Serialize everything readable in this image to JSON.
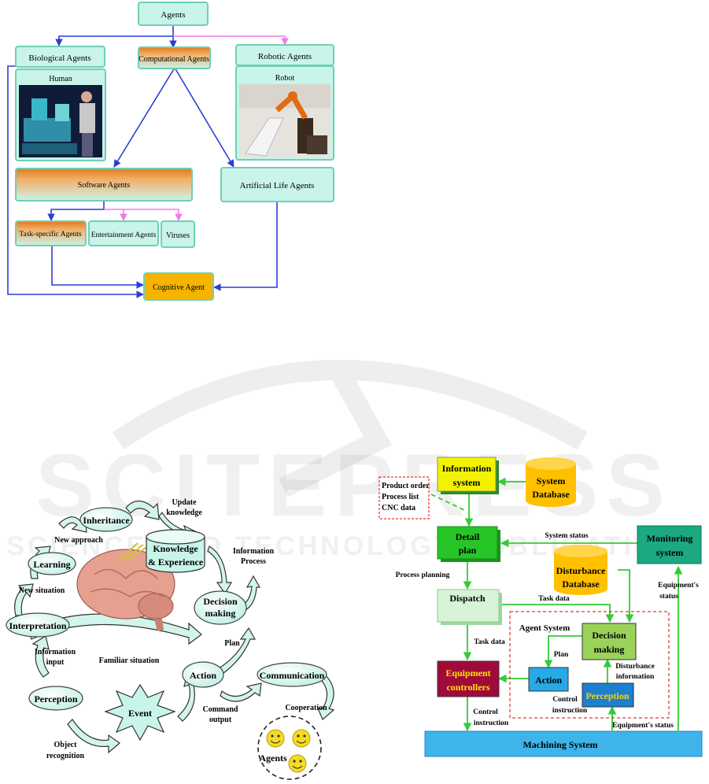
{
  "watermark": {
    "brand": "SCITEPRESS",
    "tagline": "SCIENCE AND TECHNOLOGY PUBLICATIONS"
  },
  "colors": {
    "mint_box": "#c9f4ea",
    "mint_border": "#6fcfb6",
    "arrow_blue": "#2a3fd6",
    "arrow_pink": "#f07ce6",
    "cognitive": "#f6b400",
    "yellow_box": "#f3f300",
    "green_box": "#27c527",
    "light_green": "#d8f3d8",
    "maroon_box": "#a00a3a",
    "blue_box": "#27a9e6",
    "teal_box": "#1ca880",
    "machining": "#3fb4ea",
    "db_orange": "#ffc000",
    "flow_green": "#33cc33",
    "dash_red": "#e00000"
  },
  "agents_diagram": {
    "root": "Agents",
    "biological": "Biological Agents",
    "computational": "Computational Agents",
    "robotic": "Robotic Agents",
    "human": "Human",
    "robot": "Robot",
    "software": "Software Agents",
    "artificial_life": "Artificial Life Agents",
    "task_specific": "Task-specific Agents",
    "entertainment": "Entertainment Agents",
    "viruses": "Viruses",
    "cognitive": "Cognitive Agent"
  },
  "cognitive_cycle": {
    "inheritance": "Inheritance",
    "update_knowledge_1": "Update",
    "update_knowledge_2": "knowledge",
    "knowledge_1": "Knowledge",
    "knowledge_2": "& Experience",
    "information_process_1": "Information",
    "information_process_2": "Process",
    "new_approach": "New approach",
    "learning": "Learning",
    "new_situation": "New situation",
    "decision_1": "Decision",
    "decision_2": "making",
    "interpretation": "Interpretation",
    "plan": "Plan",
    "information_input_1": "Information",
    "information_input_2": "input",
    "familiar_situation": "Familiar situation",
    "action": "Action",
    "communication": "Communication",
    "perception": "Perception",
    "event": "Event",
    "command_output_1": "Command",
    "command_output_2": "output",
    "cooperation": "Cooperation",
    "agents": "Agents",
    "object_recognition_1": "Object",
    "object_recognition_2": "recognition"
  },
  "manufacturing_diagram": {
    "information_system_1": "Information",
    "information_system_2": "system",
    "system_database_1": "System",
    "system_database_2": "Database",
    "product_order": "Product order",
    "process_list": "Process list",
    "cnc_data": "CNC data",
    "detail_plan_1": "Detail",
    "detail_plan_2": "plan",
    "system_status": "System status",
    "monitoring_1": "Monitoring",
    "monitoring_2": "system",
    "disturbance_db_1": "Disturbance",
    "disturbance_db_2": "Database",
    "process_planning": "Process planning",
    "dispatch": "Dispatch",
    "task_data_1": "Task data",
    "equipment_status_1": "Equipment's",
    "equipment_status_2": "status",
    "agent_system": "Agent System",
    "decision_1": "Decision",
    "decision_2": "making",
    "task_data_2": "Task data",
    "plan": "Plan",
    "disturbance_info_1": "Disturbance",
    "disturbance_info_2": "information",
    "equipment_controllers_1": "Equipment",
    "equipment_controllers_2": "controllers",
    "action": "Action",
    "perception": "Perception",
    "control_instruction_a1": "Control",
    "control_instruction_a2": "instruction",
    "control_instruction_b1": "Control",
    "control_instruction_b2": "instruction",
    "equipment_status_bottom": "Equipment's status",
    "machining_system": "Machining System"
  }
}
